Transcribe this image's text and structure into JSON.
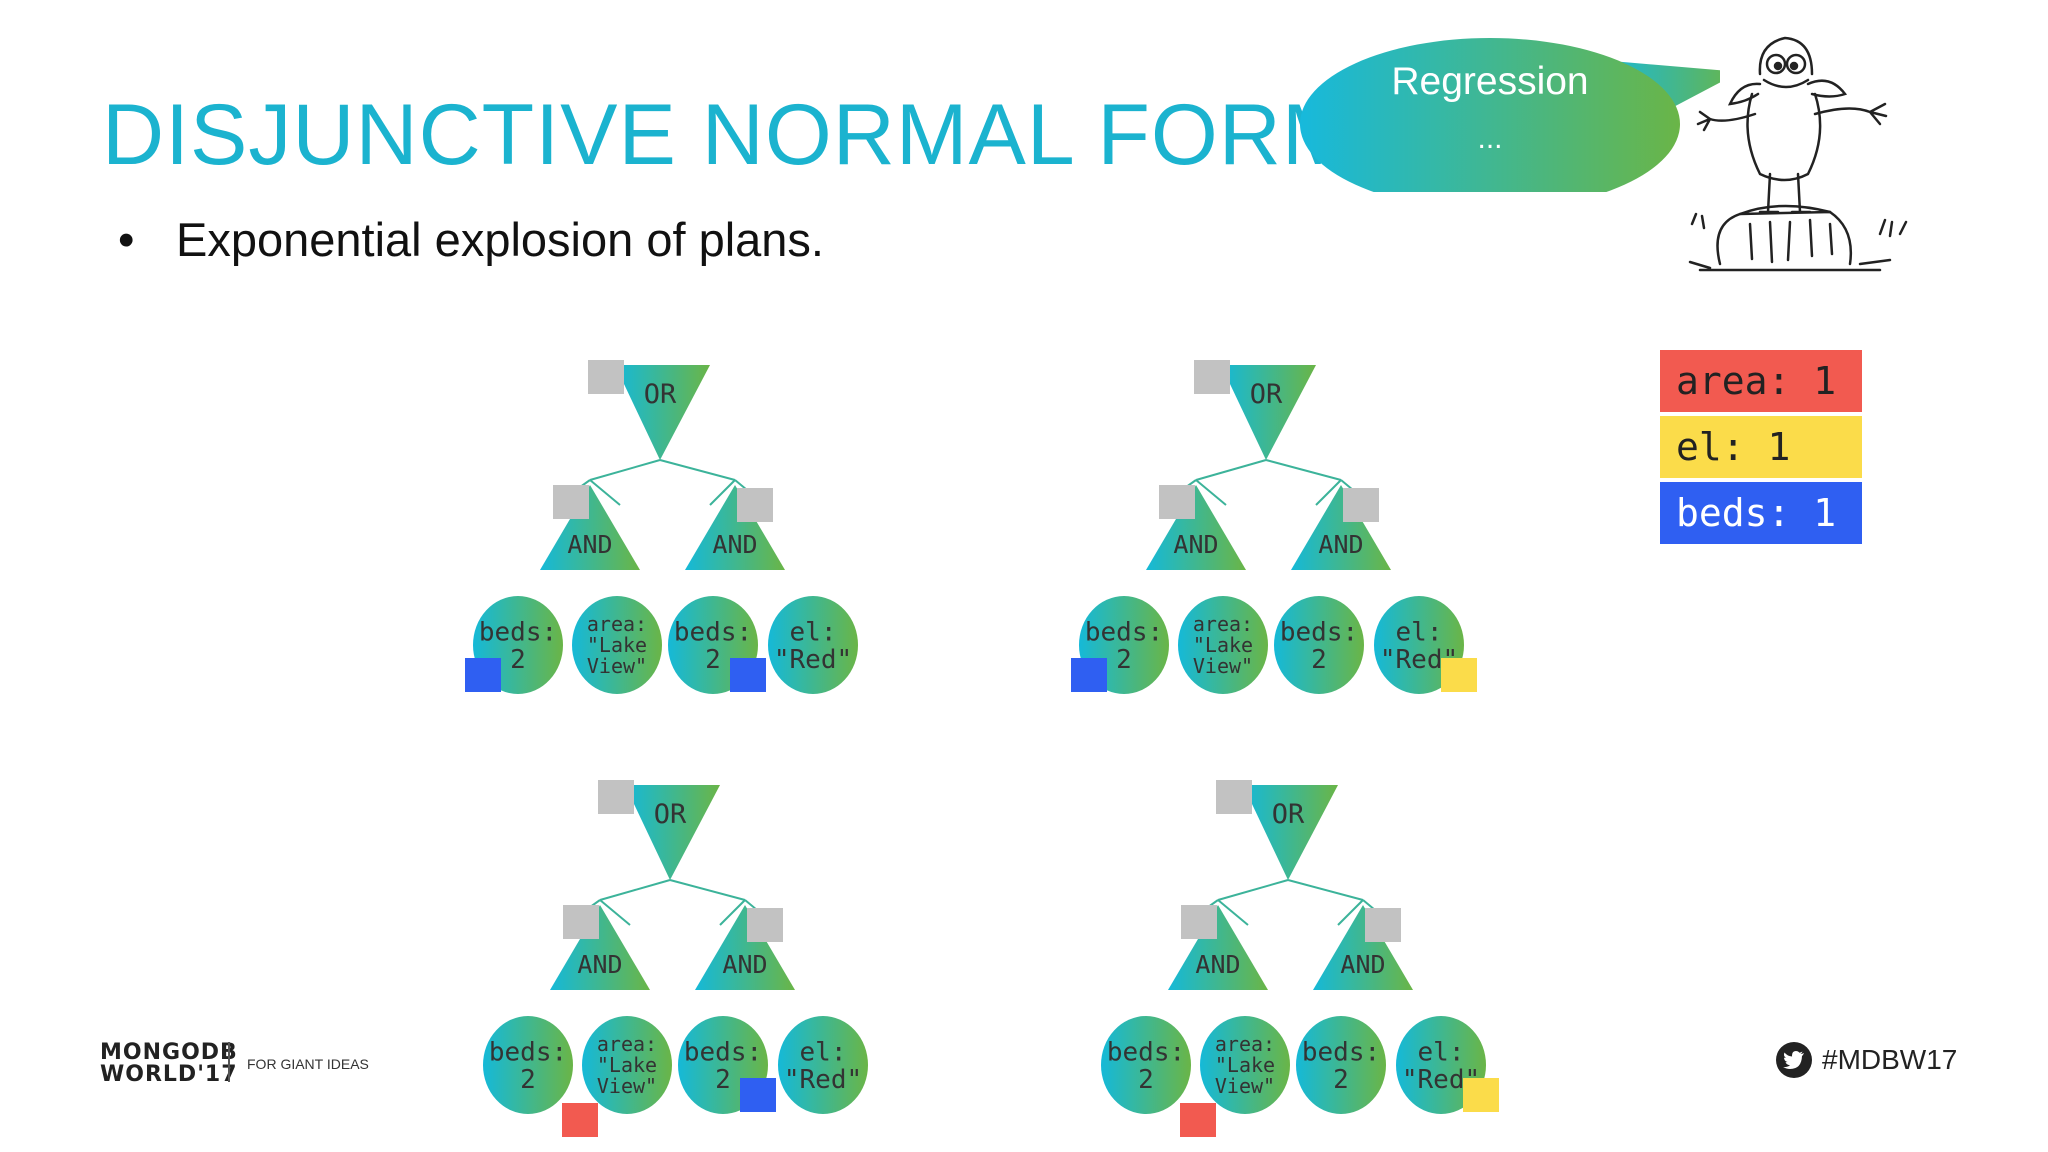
{
  "slide": {
    "title": "DISJUNCTIVE NORMAL FORM",
    "bullet_symbol": "•",
    "bullet": "Exponential explosion of plans."
  },
  "bubble": {
    "line1": "Regression",
    "line2": "..."
  },
  "legend": [
    {
      "label": "area: 1",
      "color": "#f25a50",
      "text_color": "#222222"
    },
    {
      "label": "el: 1",
      "color": "#fbdc4a",
      "text_color": "#222222"
    },
    {
      "label": "beds: 1",
      "color": "#2f5ff2",
      "text_color": "#ffffff"
    }
  ],
  "node_labels": {
    "or": "OR",
    "and": "AND",
    "beds_1": "beds:",
    "beds_2": "2",
    "area_1": "area:",
    "area_2": "\"Lake",
    "area_3": "View\"",
    "el_1": "el:",
    "el_2": "\"Red\""
  },
  "trees": [
    {
      "name": "tree-top-left",
      "markers": {
        "or": "grey",
        "and1": "grey",
        "and2": "grey",
        "beds1": "blue",
        "area": "",
        "beds2": "blue",
        "el": ""
      }
    },
    {
      "name": "tree-top-right",
      "markers": {
        "or": "grey",
        "and1": "grey",
        "and2": "grey",
        "beds1": "blue",
        "area": "",
        "beds2": "",
        "el": "yellow"
      }
    },
    {
      "name": "tree-bottom-left",
      "markers": {
        "or": "grey",
        "and1": "grey",
        "and2": "grey",
        "beds1": "",
        "area": "red",
        "beds2": "blue",
        "el": ""
      }
    },
    {
      "name": "tree-bottom-right",
      "markers": {
        "or": "grey",
        "and1": "grey",
        "and2": "grey",
        "beds1": "",
        "area": "red",
        "beds2": "",
        "el": "yellow"
      }
    }
  ],
  "marker_colors": {
    "grey": "#c2c2c2",
    "blue": "#2f5ff2",
    "yellow": "#fbdc4a",
    "red": "#f25a50"
  },
  "gradient": {
    "start": "#15b9d8",
    "end": "#6ab547"
  },
  "footer": {
    "logo_line1": "MONGODB",
    "logo_line2": "WORLD'17",
    "tagline": "FOR GIANT IDEAS",
    "hashtag": "#MDBW17"
  }
}
